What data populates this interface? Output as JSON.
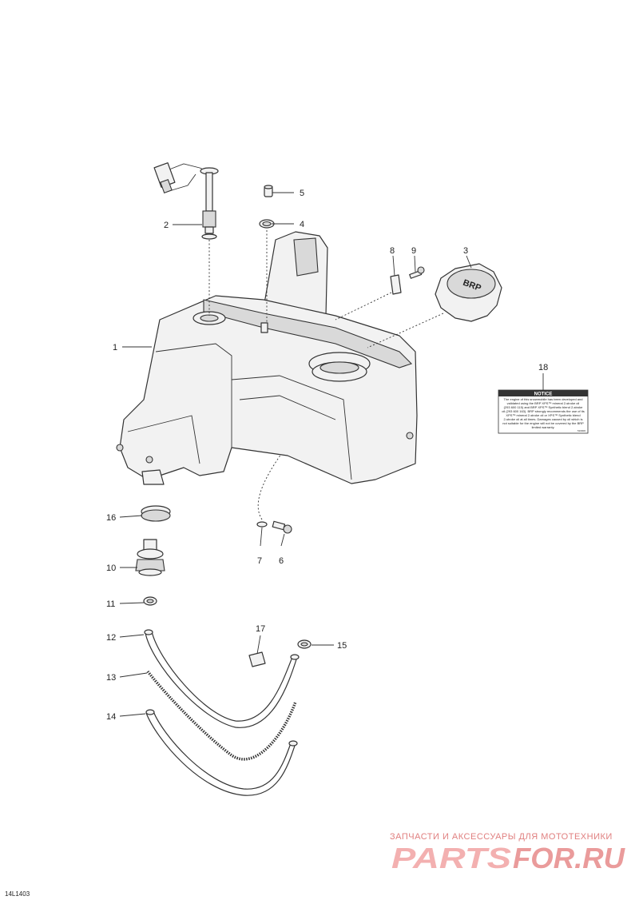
{
  "figure_code": "14L1403",
  "callouts": [
    "1",
    "2",
    "3",
    "4",
    "5",
    "6",
    "7",
    "8",
    "9",
    "10",
    "11",
    "12",
    "13",
    "14",
    "15",
    "16",
    "17",
    "18"
  ],
  "notice_label": {
    "heading": "NOTICE",
    "lines": [
      "The engine of this snowmobile has been developed and",
      "validated using the BRP XPS™ mineral 2-stroke oil",
      "(293 600 115) and BRP XPS™ Synthetic blend 2-stroke",
      "oil (293 600 163). BRP strongly recommends the use of its",
      "XPS™ mineral 2-stroke oil or XPS™ Synthetic blend",
      "2-stroke oil at all times. Damages caused by oil which is",
      "not suitable for the engine will not be covered by the BRP",
      "limited warranty."
    ],
    "code": "516006"
  },
  "watermark": {
    "tagline": "ЗАПЧАСТИ И АКСЕССУАРЫ ДЛЯ МОТОТЕХНИКИ",
    "brand_left": "PARTS",
    "brand_right": "FOR.RU"
  },
  "colors": {
    "ink": "#222222",
    "part_fill": "#f2f2f2",
    "watermark_light": "#f3b0b0",
    "watermark_dark": "#e07f7f"
  }
}
